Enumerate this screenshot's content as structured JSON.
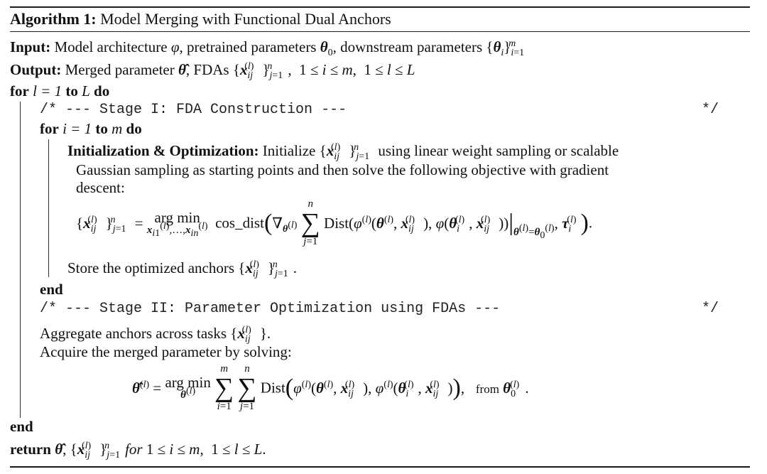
{
  "algorithm": {
    "label": "Algorithm 1:",
    "title": "Model Merging with Functional Dual Anchors"
  },
  "io": {
    "input_label": "Input:",
    "input_text": "Model architecture φ, pretrained parameters θ0, downstream parameters {θi}i=1m",
    "output_label": "Output:",
    "output_text": "Merged parameter θ̂, FDAs {xij(l)}j=1n, 1 ≤ i ≤ m, 1 ≤ l ≤ L"
  },
  "keywords": {
    "for": "for",
    "to": "to",
    "do": "do",
    "end": "end",
    "return": "return"
  },
  "loops": {
    "outer_var": "l = 1",
    "outer_bound": "L",
    "inner_var": "i = 1",
    "inner_bound": "m"
  },
  "stage1": {
    "comment": "/* --- Stage I: FDA Construction ---",
    "comment_close": "*/",
    "init_label": "Initialization & Optimization:",
    "init_text_1": "Initialize {xij(l)}j=1n using linear weight sampling or scalable",
    "init_text_2": "Gaussian sampling as starting points and then solve the following objective with gradient",
    "init_text_3": "descent:",
    "store_text": "Store the optimized anchors {xij(l)}j=1n."
  },
  "stage2": {
    "comment": "/* --- Stage II: Parameter Optimization using FDAs ---",
    "comment_close": "*/",
    "aggregate_text": "Aggregate anchors across tasks {xij(l)}.",
    "acquire_text": "Acquire the merged parameter by solving:"
  },
  "equations": {
    "eq1": "{xij(l)}j=1n = argmin over xi1(l),…,xin(l) of cos_dist(∇θ(l) Σj=1n Dist(φ(l)(θ(l), xij(l)), φ(θi(l), xij(l))) |θ(l)=θ0(l) , τi(l)).",
    "eq2": "θ̂(l) = argmin over θ(l) Σi=1m Σj=1n Dist(φ(l)(θ(l), xij(l)), φ(l)(θi(l), xij(l))), from θ0(l)."
  },
  "return_line": {
    "text": "θ̂, {xij(l)}j=1n for 1 ≤ i ≤ m, 1 ≤ l ≤ L."
  }
}
